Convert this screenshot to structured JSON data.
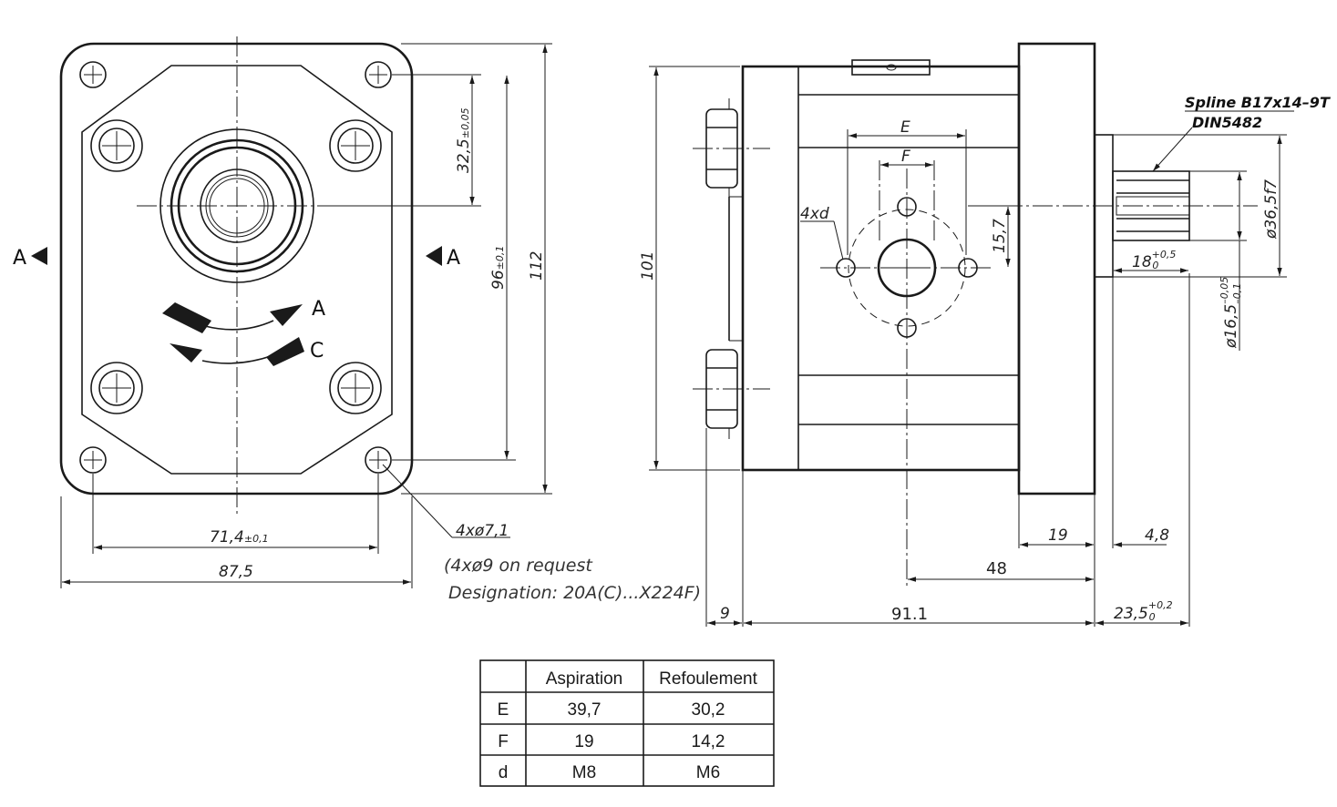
{
  "front_view": {
    "section_marker_left": "A",
    "section_marker_right": "A",
    "rotation_label_a": "A",
    "rotation_label_c": "C",
    "dim_width_holes": "71,4",
    "dim_width_holes_tol": "±0,1",
    "dim_width_overall": "87,5",
    "dim_center_offset": "32,5",
    "dim_center_offset_tol": "±0,05",
    "dim_height_holes": "96",
    "dim_height_holes_tol": "±0,1",
    "dim_height_overall": "112",
    "hole_callout": "4xø7,1",
    "note_line1": "(4xø9  on  request",
    "note_line2": "Designation: 20A(C)...X224F)"
  },
  "side_view": {
    "spline_line1": "Spline  B17x14–9T",
    "spline_line2": "DIN5482",
    "dim_e": "E",
    "dim_f": "F",
    "thread_callout": "4xd",
    "dim_port_offset": "15,7",
    "dim_height": "101",
    "dim_shaft_diam": "ø36,5f7",
    "dim_spline_len": "18",
    "dim_spline_len_tol_up": "+0,5",
    "dim_spline_len_tol_lo": "0",
    "dim_spline_diam": "ø16,5",
    "dim_spline_diam_tol_up": "–0,05",
    "dim_spline_diam_tol_lo": "–0,1",
    "dim_flange": "19",
    "dim_pilot": "4,8",
    "dim_port_pos": "48",
    "dim_nut": "9",
    "dim_body": "91.1",
    "dim_shaft": "23,5",
    "dim_shaft_tol_up": "+0,2",
    "dim_shaft_tol_lo": "0"
  },
  "table": {
    "headers": [
      "",
      "Aspiration",
      "Refoulement"
    ],
    "rows": [
      [
        "E",
        "39,7",
        "30,2"
      ],
      [
        "F",
        "19",
        "14,2"
      ],
      [
        "d",
        "M8",
        "M6"
      ]
    ]
  }
}
